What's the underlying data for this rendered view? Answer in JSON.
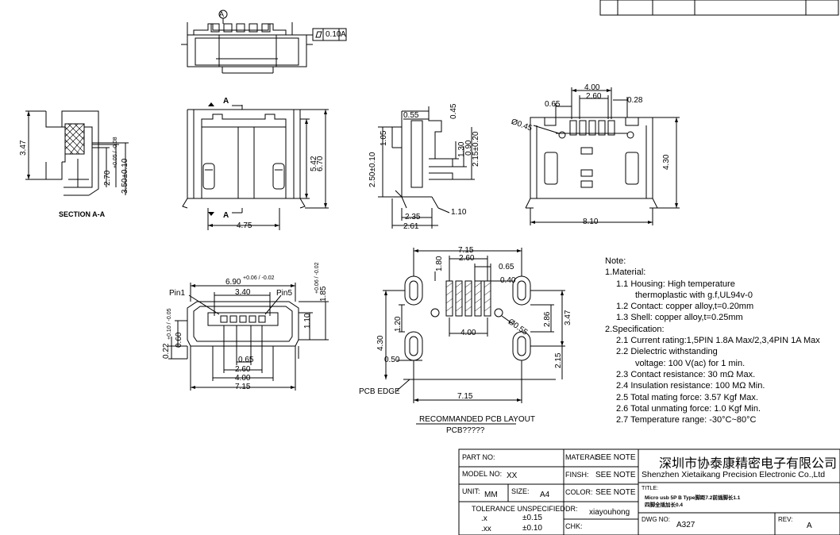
{
  "notes": {
    "heading": "Note:",
    "lines": [
      "1.Material:",
      "1.1 Housing: High temperature",
      "thermoplastic with g.f,UL94v-0",
      "1.2 Contact: copper alloy,t=0.20mm",
      "1.3 Shell: copper alloy,t=0.25mm",
      "2.Specification:",
      "2.1 Current rating:1,5PIN 1.8A Max/2,3,4PIN 1A Max",
      "2.2 Dielectric withstanding",
      "voltage: 100 V(ac) for 1 min.",
      "2.3 Contact resistance: 30 mΩ Max.",
      "2.4 Insulation resistance: 100 MΩ Min.",
      "2.5 Total mating force: 3.57 Kgf Max.",
      "2.6 Total unmating force: 1.0 Kgf Min.",
      "2.7 Temperature range: -30°C~80°C"
    ]
  },
  "dims": {
    "flatness": "0.10",
    "datum_a": "A",
    "datum_circle": "A",
    "sec_347": "3.47",
    "sec_270": "2.70",
    "sec_270_tol": "+0.05 / -0.08",
    "sec_350": "3.50±0.10",
    "section_label": "SECTION A-A",
    "front_a_top": "A",
    "front_a_bot": "A",
    "front_542": "5.42",
    "front_670": "6.70",
    "front_475": "4.75",
    "side_055": "0.55",
    "side_045": "0.45",
    "side_105": "1.05",
    "side_250": "2.50±0.10",
    "side_130": "1.30",
    "side_090": "0.90",
    "side_215": "2.15±0.20",
    "side_235": "2.35",
    "side_110": "1.10",
    "side_261": "2.61",
    "top_400": "4.00",
    "top_260": "2.60",
    "top_065": "0.65",
    "top_028": "0.28",
    "top_045": "Ø0.45",
    "top_430": "4.30",
    "top_810": "8.10",
    "rear_pin1": "Pin1",
    "rear_pin5": "Pin5",
    "rear_690": "6.90",
    "rear_690_tol": "+0.06 / -0.02",
    "rear_340": "3.40",
    "rear_110": "1.10",
    "rear_185": "1.85",
    "rear_185_tol": "+0.06 / -0.02",
    "rear_022": "0.22",
    "rear_022_tol": "+0.10 / -0.05",
    "rear_060": "0.60",
    "rear_065": "0.65",
    "rear_260": "2.60",
    "rear_400": "4.00",
    "rear_715": "7.15",
    "pcb_715": "7.15",
    "pcb_260": "2.60",
    "pcb_180": "1.80",
    "pcb_065": "0.65",
    "pcb_040": "0.40",
    "pcb_120": "1.20",
    "pcb_400": "4.00",
    "pcb_055": "Ø0.55",
    "pcb_430": "4.30",
    "pcb_050": "0.50",
    "pcb_286": "2.86",
    "pcb_347": "3.47",
    "pcb_215": "2.15",
    "pcb_715b": "7.15",
    "pcb_edge": "PCB EDGE",
    "pcb_title": "RECOMMANDED PCB LAYOUT",
    "pcb_sub": "PCB?????"
  },
  "title_block": {
    "part_no_label": "PART NO:",
    "model_no_label": "MODEL NO:",
    "model_no": "XX",
    "unit_label": "UNIT:",
    "unit": "MM",
    "size_label": "SIZE:",
    "size": "A4",
    "tolerance_label": "TOLERANCE UNSPECIFIED",
    "tol_x": ".x",
    "tol_x_val": "±0.15",
    "tol_xx": ".xx",
    "tol_xx_val": "±0.10",
    "material_label": "MATERAL:",
    "material": "SEE NOTE",
    "finish_label": "FINSH:",
    "finish": "SEE NOTE",
    "color_label": "COLOR:",
    "color": "SEE NOTE",
    "dr_label": "DR:",
    "dr": "xiayouhong",
    "chk_label": "CHK:",
    "company_cn": "深圳市协泰康精密电子有限公司",
    "company_en": "Shenzhen Xietaikang Precision Electronic Co.,Ltd",
    "title_label": "TITLE:",
    "title_line1": "Micro usb 5P B Type脚距7.2前插脚长1.1",
    "title_line2": "四脚全插加长0.4",
    "dwg_no_label": "DWG NO:",
    "dwg_no": "A327",
    "rev_label": "REV:",
    "rev": "A"
  }
}
